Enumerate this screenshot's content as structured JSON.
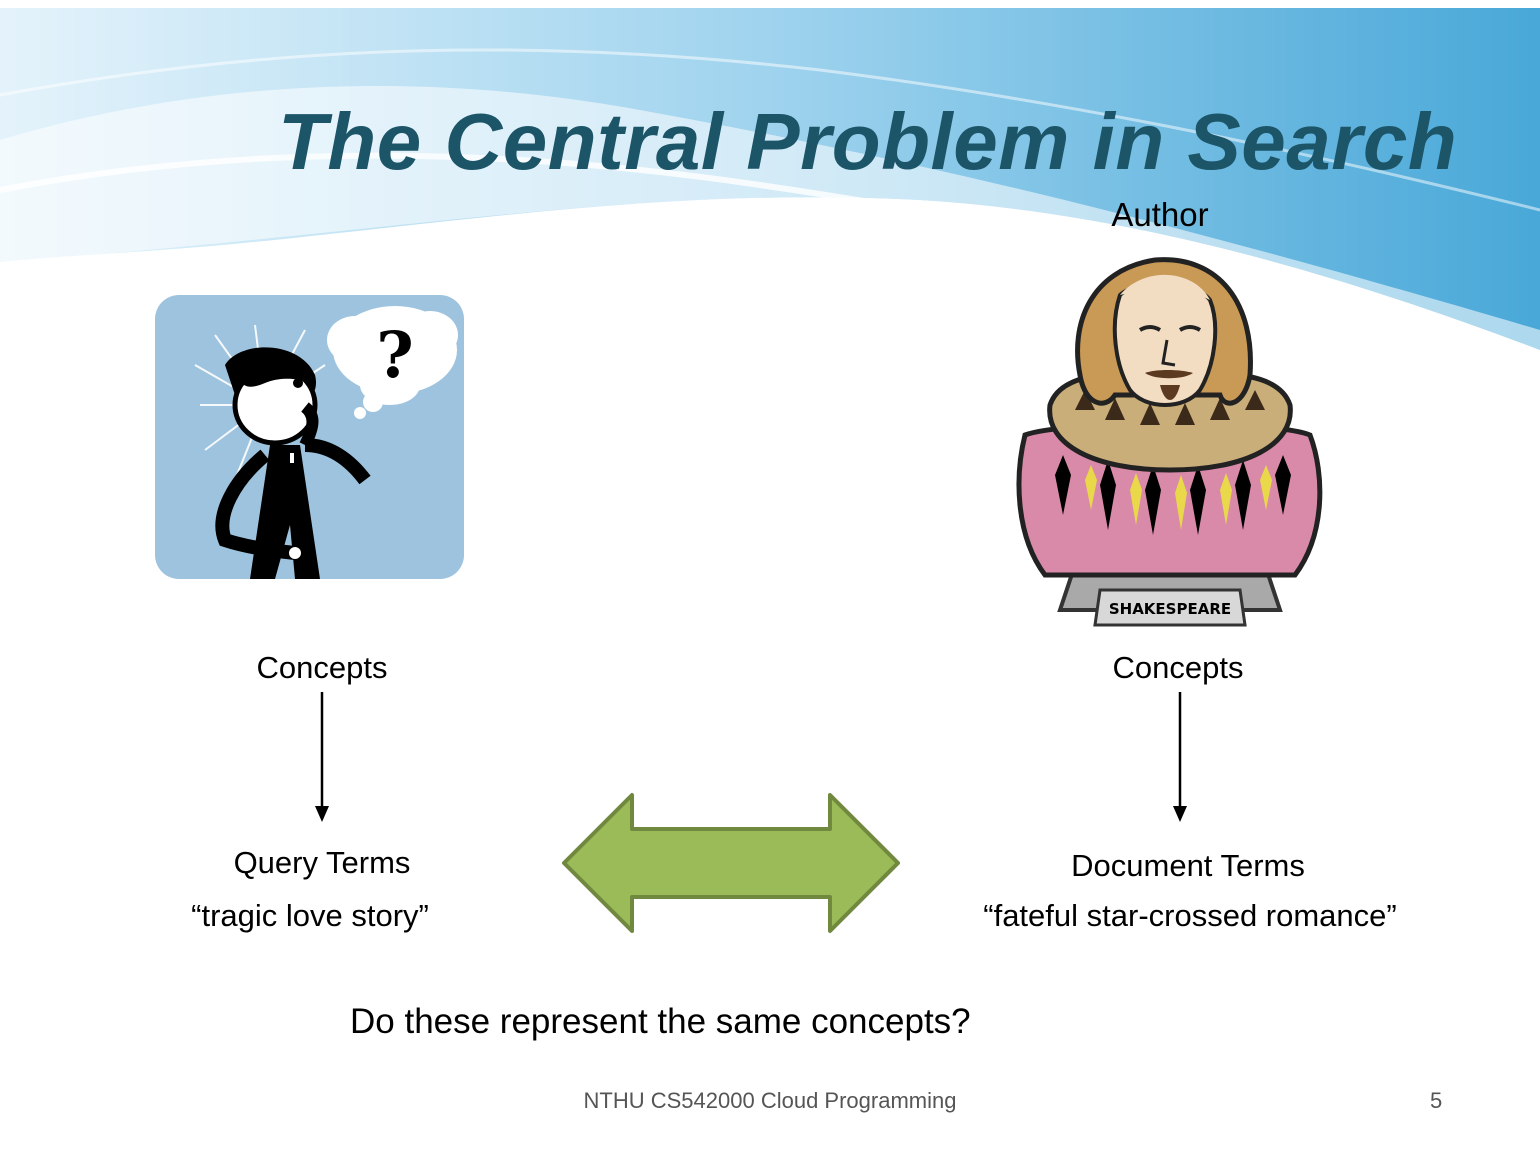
{
  "slide": {
    "title": "The Central Problem in Search",
    "author_label": "Author",
    "left": {
      "concepts_label": "Concepts",
      "terms_label": "Query Terms",
      "terms_example": "“tragic love story”"
    },
    "right": {
      "concepts_label": "Concepts",
      "terms_label": "Document Terms",
      "terms_example": "“fateful star-crossed romance”"
    },
    "question": "Do these represent the same concepts?",
    "bust_plaque": "SHAKESPEARE",
    "thought_symbol": "?"
  },
  "footer": {
    "course": "NTHU CS542000 Cloud Programming",
    "page_number": "5"
  },
  "colors": {
    "title": "#1c5568",
    "wave_light": "#d6eef8",
    "wave_mid": "#8fcbe8",
    "wave_dark": "#4aa9d9",
    "arrow_fill": "#9bbb59",
    "arrow_stroke": "#71893f",
    "clipart_bg": "#9dc3df",
    "bust_pink": "#d98aa8",
    "hair": "#c99a55"
  }
}
